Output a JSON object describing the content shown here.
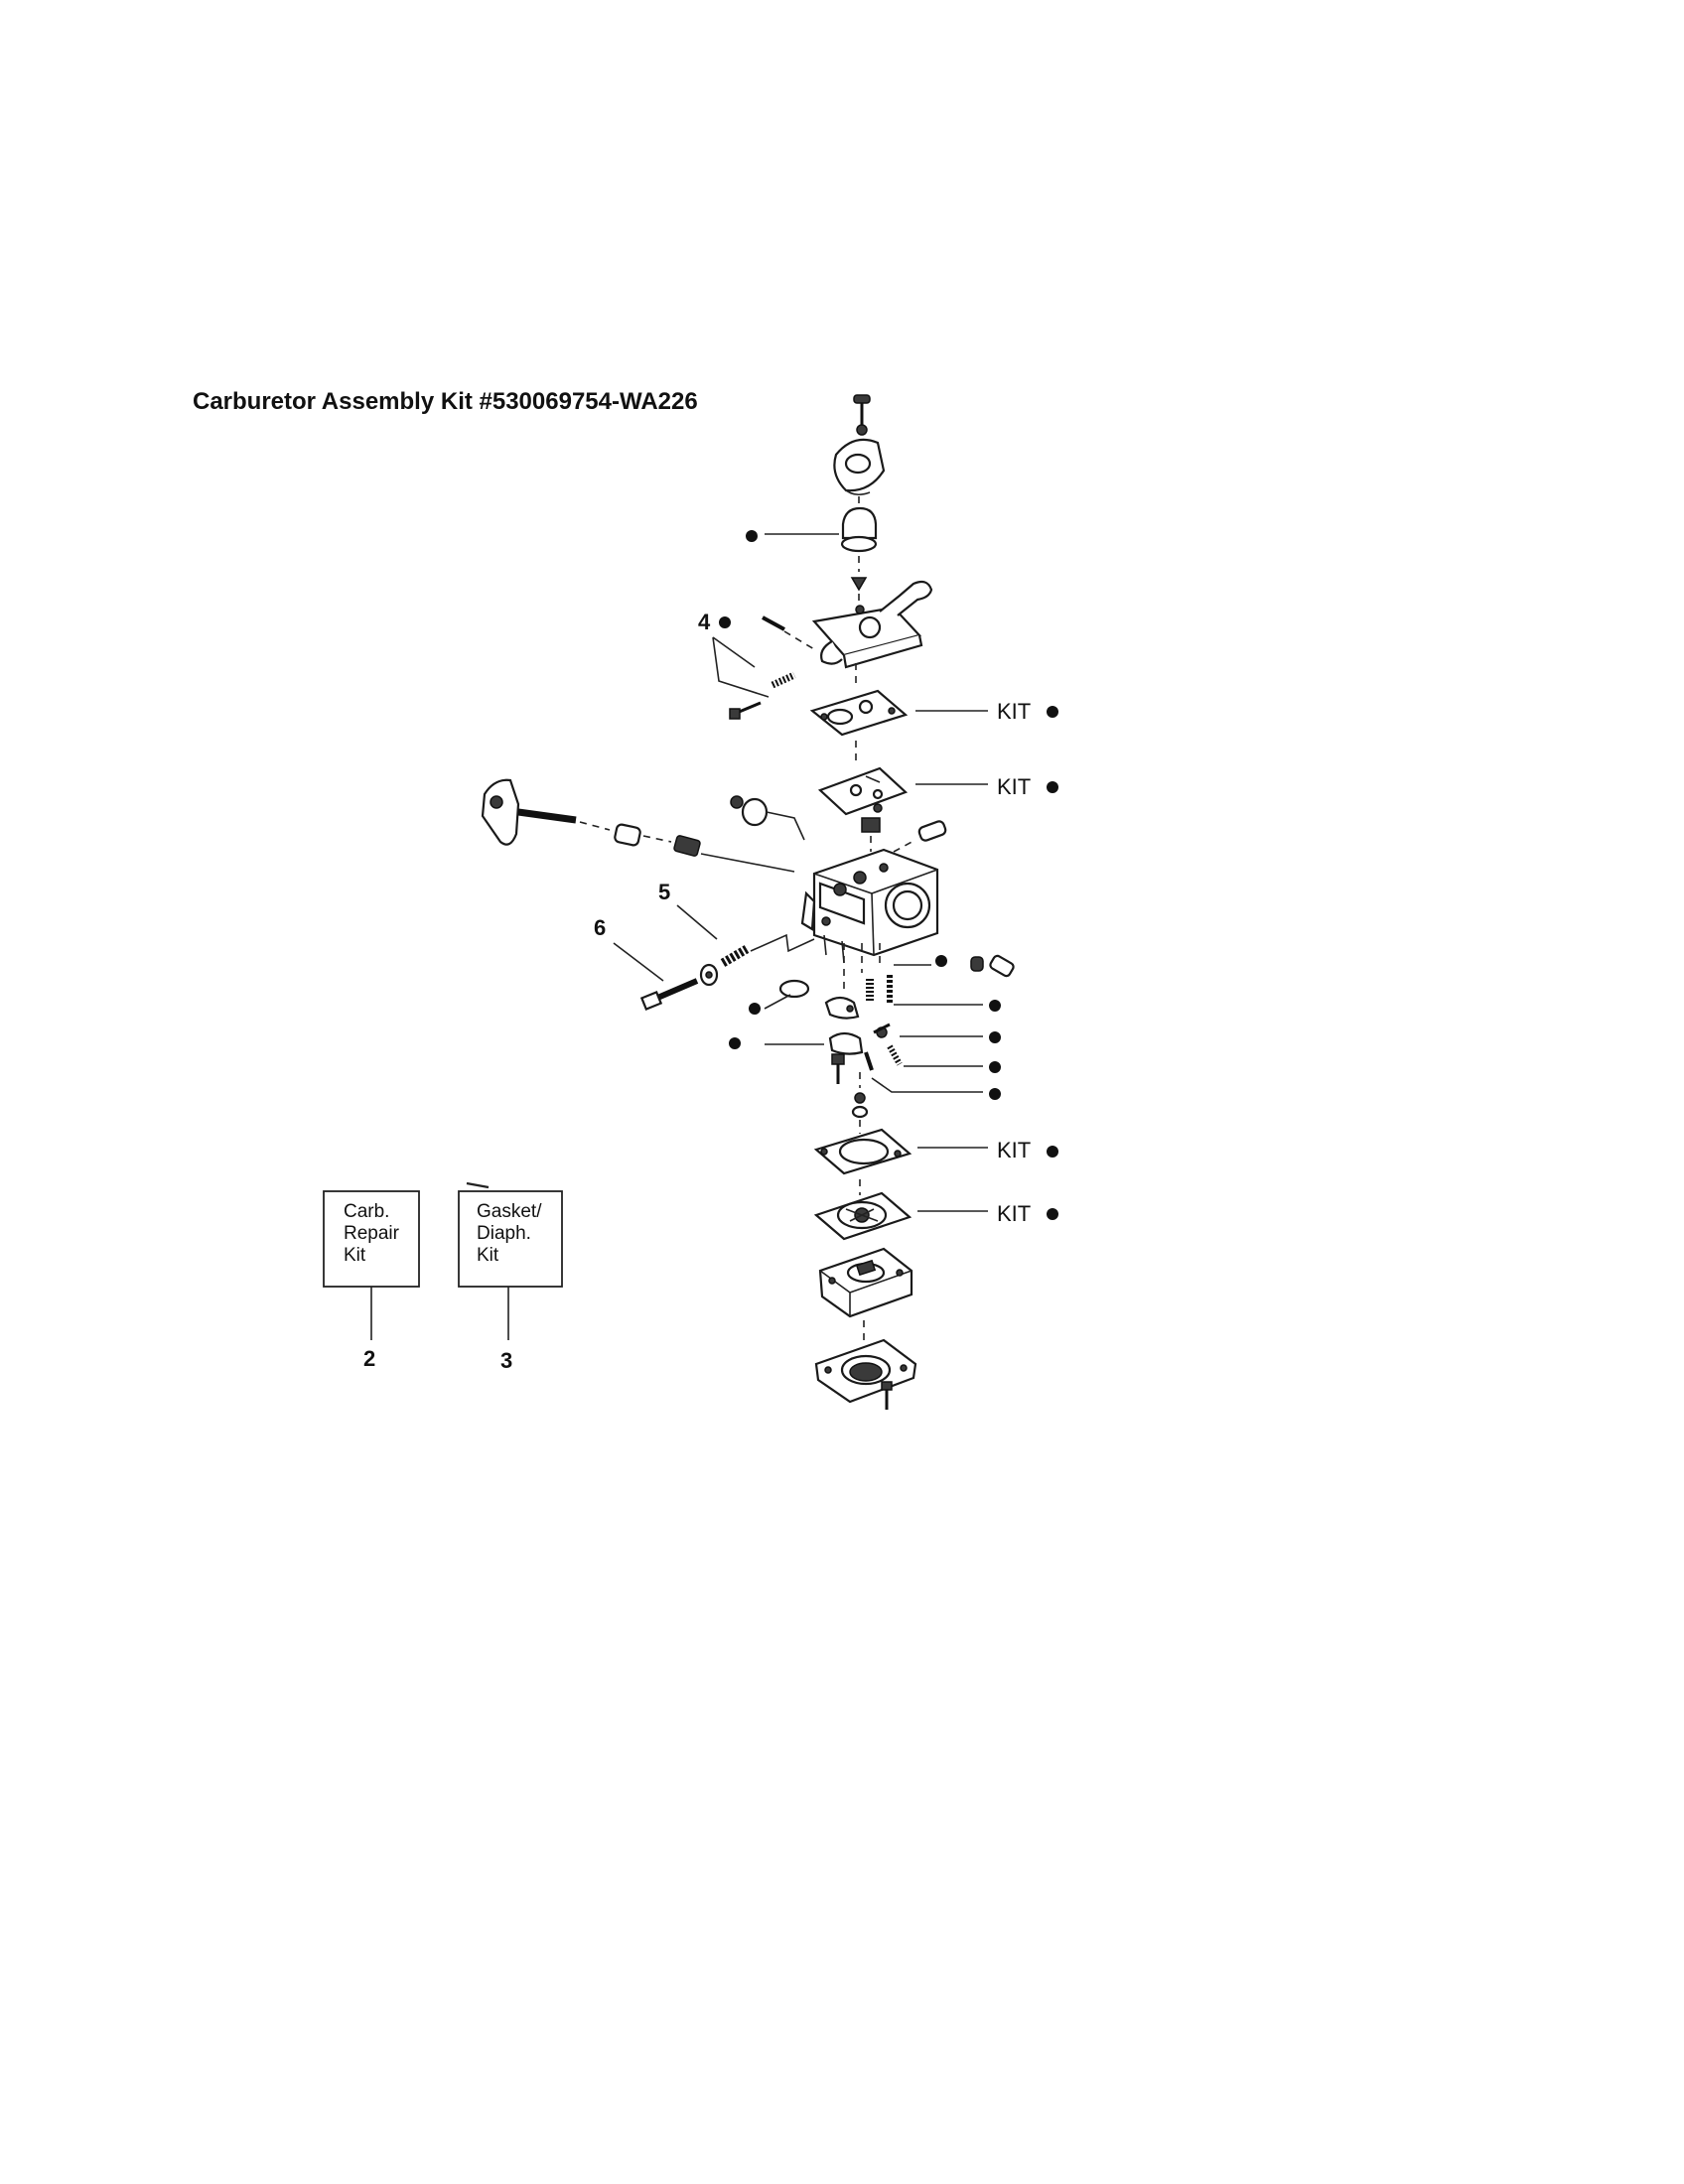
{
  "title": "Carburetor Assembly Kit #530069754-WA226",
  "callouts": {
    "c4": "4",
    "c5": "5",
    "c6": "6"
  },
  "kit_labels": {
    "kit1": "KIT",
    "kit2": "KIT",
    "kit3": "KIT",
    "kit4": "KIT"
  },
  "kit_boxes": {
    "box1": {
      "lines": [
        "Carb.",
        "Repair",
        "Kit"
      ],
      "number": "2"
    },
    "box2": {
      "lines": [
        "Gasket/",
        "Diaph.",
        "Kit"
      ],
      "number": "3"
    }
  },
  "colors": {
    "ink": "#111111",
    "paper": "#ffffff"
  }
}
